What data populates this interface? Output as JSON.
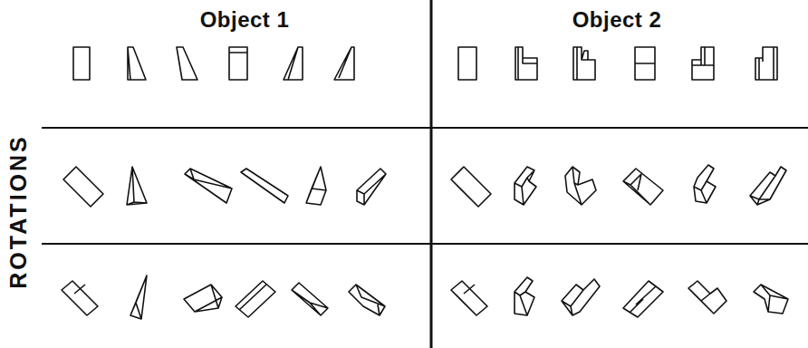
{
  "diagram": {
    "labels": [
      "Object 1",
      "Object 2",
      "ROTATIONS"
    ]
  }
}
